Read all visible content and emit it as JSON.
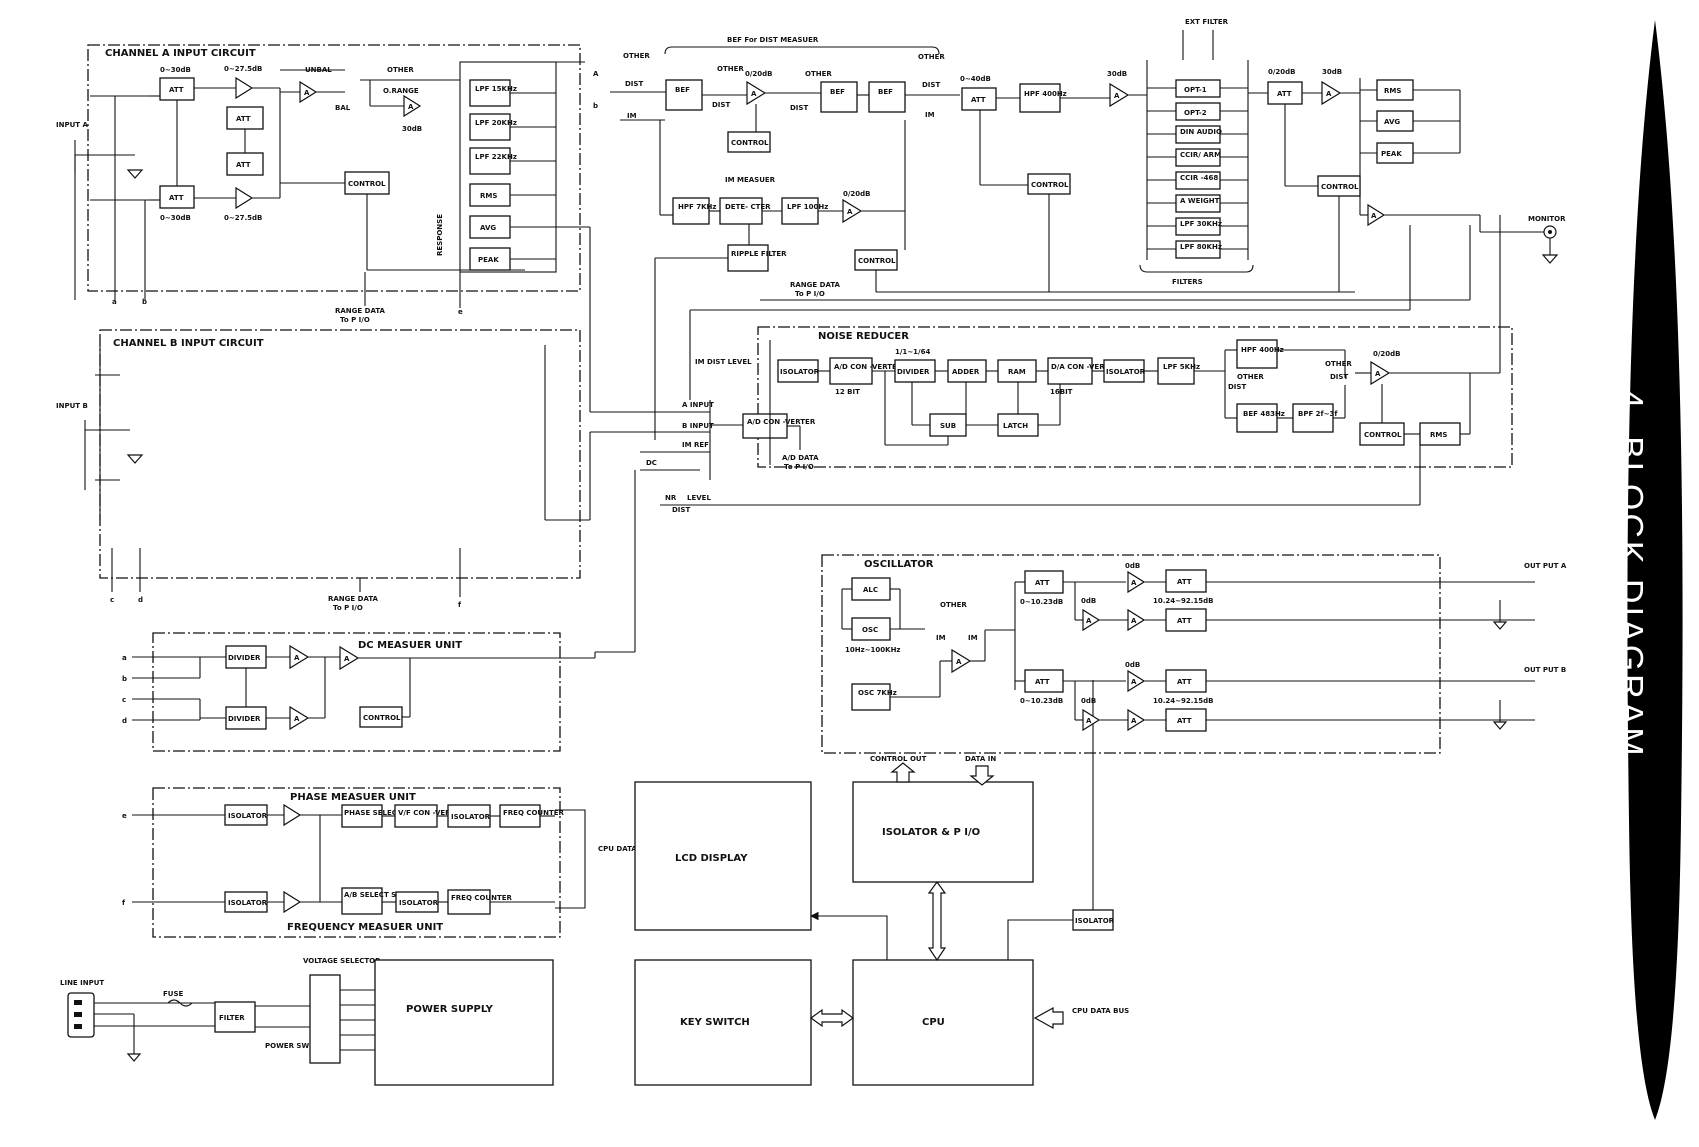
{
  "side_title": "4. BLOCK DIAGRAM",
  "units": {
    "channel_a": "CHANNEL A INPUT CIRCUIT",
    "channel_b": "CHANNEL B INPUT CIRCUIT",
    "dc": "DC MEASUER UNIT",
    "phase": "PHASE MEASUER UNIT",
    "frequency": "FREQUENCY MEASUER UNIT",
    "noise": "NOISE REDUCER",
    "oscillator": "OSCILLATOR",
    "bef_dist": "BEF For DIST MEASUER",
    "im_measuer": "IM MEASUER",
    "ext_filter": "EXT FILTER",
    "filters": "FILTERS"
  },
  "blocks": {
    "att": "ATT",
    "a": "A",
    "control": "CONTROL",
    "bef": "BEF",
    "lpf15": "LPF 15KHz",
    "lpf20": "LPF 20KHz",
    "lpf22": "LPF 22KHz",
    "rms": "RMS",
    "avg": "AVG",
    "peak": "PEAK",
    "hpf7k": "HPF 7KHz",
    "detector": "DETE- CTER",
    "lpf100": "LPF 100Hz",
    "ripple": "RIPPLE FILTER",
    "hpf400": "HPF 400Hz",
    "opt1": "OPT-1",
    "opt2": "OPT-2",
    "din": "DIN AUDIO",
    "ccir1": "CCIR/ ARM",
    "ccir2": "CCIR -468",
    "weight": "A WEIGHT",
    "lpf30k": "LPF 30KHz",
    "lpf30": "LPF 30KHz",
    "lpf80": "LPF 80KHz",
    "isolator": "ISOLATOR",
    "adconv": "A/D CON -VERTER",
    "divider": "DIVIDER",
    "adder": "ADDER",
    "ram": "RAM",
    "daconv": "D/A CON -VERTER",
    "lpf5k": "LPF 5KHz",
    "sub": "SUB",
    "latch": "LATCH",
    "bef483": "BEF 483Hz",
    "bpf": "BPF 2f~3f",
    "alc": "ALC",
    "osc": "OSC",
    "osc7k": "OSC 7KHz",
    "phase_sel": "PHASE SELECTOR",
    "vf": "V/F CON -VERTER",
    "freq_counter": "FREQ COUNTER",
    "ab_select": "A/B SELECT SWITCH",
    "lcd": "LCD DISPLAY",
    "pio": "ISOLATOR & P I/O",
    "key": "KEY SWITCH",
    "cpu": "CPU",
    "power": "POWER SUPPLY",
    "filter": "FILTER"
  },
  "labels": {
    "input_a": "INPUT A",
    "input_b": "INPUT B",
    "att_range": "0~30dB",
    "amp_range": "0~27.5dB",
    "unbal": "UNBAL",
    "bal": "BAL",
    "other": "OTHER",
    "o_range": "O.RANGE",
    "db30": "30dB",
    "response": "RESPONSE",
    "range_data": "RANGE DATA",
    "to_pio": "To P I/O",
    "dist": "DIST",
    "im": "IM",
    "gain_020": "0/20dB",
    "gain_040": "0~40dB",
    "gain_30": "30dB",
    "monitor": "MONITOR",
    "im_dist_level": "IM DIST LEVEL",
    "a_input": "A INPUT",
    "b_input": "B INPUT",
    "im_ref": "IM REF",
    "dc": "DC",
    "nr": "NR",
    "level": "LEVEL",
    "ad_data": "A/D DATA",
    "divide_ratio": "1/1~1/64",
    "bit12": "12 BIT",
    "bit16": "16BIT",
    "out_a": "OUT PUT A",
    "out_b": "OUT PUT B",
    "db0": "0dB",
    "att_fine": "0~10.23dB",
    "att_coarse": "10.24~92.15dB",
    "osc_range": "10Hz~100KHz",
    "cpu_data_bus": "CPU DATA BUS",
    "control_out": "CONTROL OUT",
    "data_in": "DATA IN",
    "line_input": "LINE INPUT",
    "fuse": "FUSE",
    "voltage_selector": "VOLTAGE SELECTOR",
    "power_switch": "POWER SWITCH",
    "ta": "a",
    "tb": "b",
    "tc": "c",
    "td": "d",
    "te": "e",
    "tf": "f"
  }
}
